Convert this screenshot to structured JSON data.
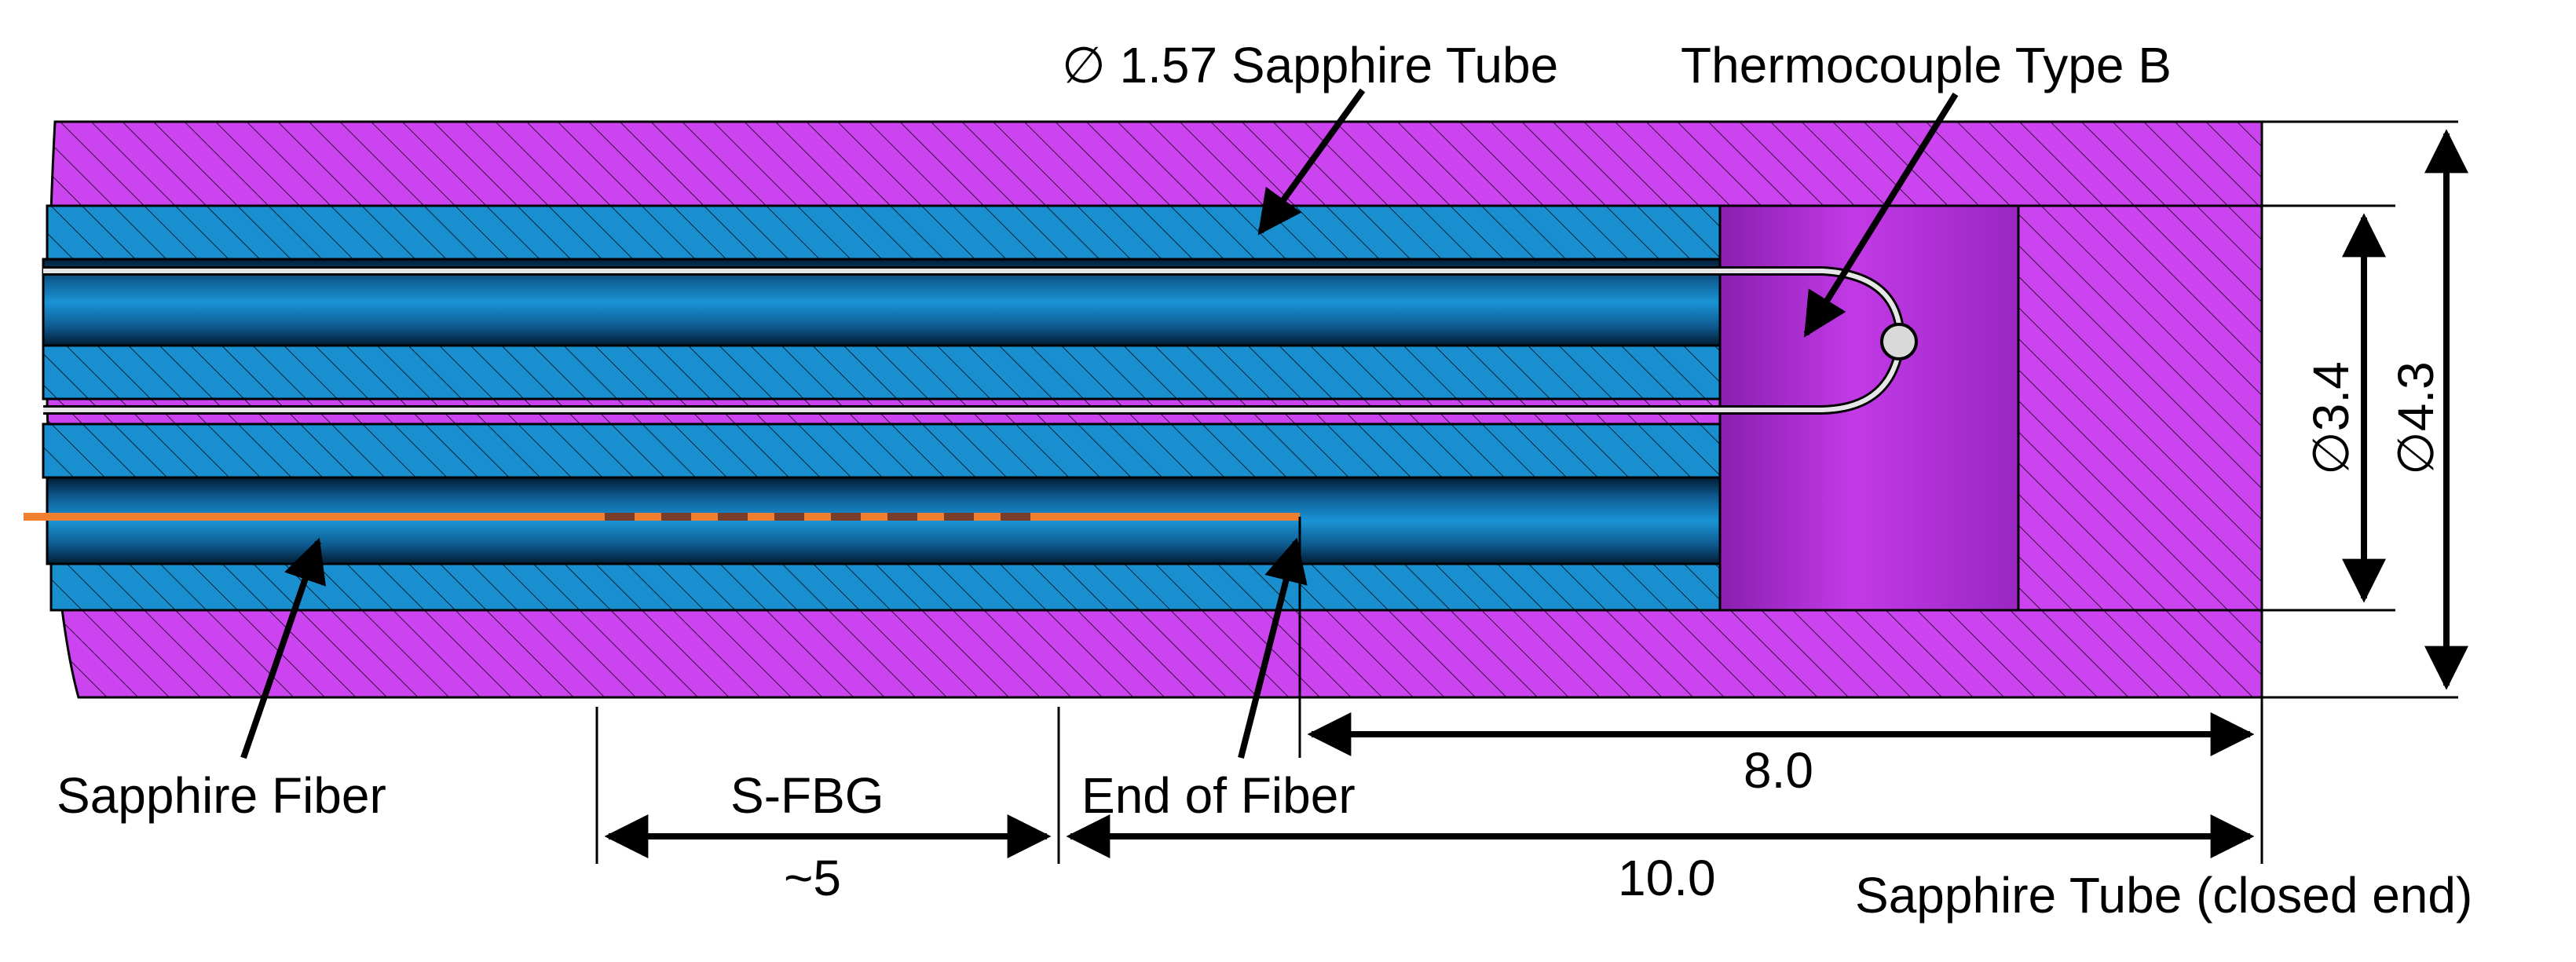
{
  "labels": {
    "inner_tube": "∅ 1.57 Sapphire Tube",
    "thermocouple": "Thermocouple Type B",
    "fiber": "Sapphire Fiber",
    "sfbg": "S-FBG",
    "sfbg_length": "~5",
    "fiber_end": "End of Fiber",
    "dim_8": "8.0",
    "dim_10": "10.0",
    "outer_tube": "Sapphire Tube (closed end)",
    "dia_inner": "∅3.4",
    "dia_outer": "∅4.3"
  },
  "colors": {
    "outer_tube": "#cc44f0",
    "inner_tube": "#1a8fcf",
    "cavity": "#b32cd6",
    "fiber": "#f08030",
    "grating": "#7a3d28",
    "outline": "#000000"
  }
}
